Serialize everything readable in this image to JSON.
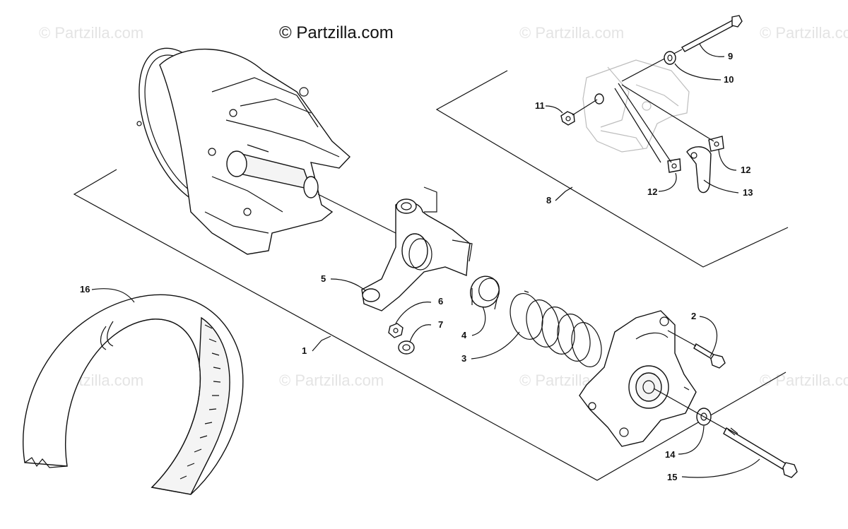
{
  "watermarks": {
    "main": "© Partzilla.com",
    "faint": "© Partzilla.com"
  },
  "callouts": {
    "c1": "1",
    "c2": "2",
    "c3": "3",
    "c4": "4",
    "c5": "5",
    "c6": "6",
    "c7": "7",
    "c8": "8",
    "c9": "9",
    "c10": "10",
    "c11": "11",
    "c12a": "12",
    "c12b": "12",
    "c13": "13",
    "c14": "14",
    "c15": "15",
    "c16": "16"
  },
  "colors": {
    "line": "#111111",
    "watermark": "#e4e4e4",
    "background": "#ffffff"
  }
}
